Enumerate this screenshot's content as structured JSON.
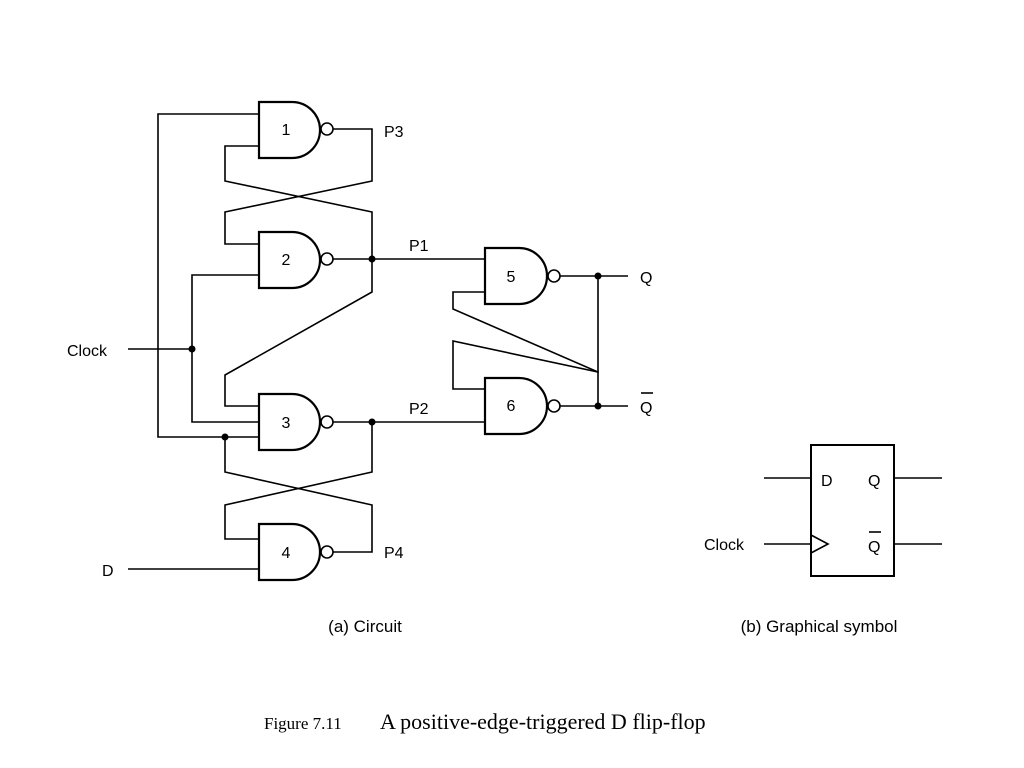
{
  "circuit": {
    "gates": [
      {
        "number": "1"
      },
      {
        "number": "2"
      },
      {
        "number": "3"
      },
      {
        "number": "4"
      },
      {
        "number": "5"
      },
      {
        "number": "6"
      }
    ],
    "signals": {
      "p1": "P1",
      "p2": "P2",
      "p3": "P3",
      "p4": "P4",
      "clock": "Clock",
      "d": "D",
      "q": "Q",
      "q_bar": "Q"
    },
    "caption": "(a) Circuit"
  },
  "symbol": {
    "d": "D",
    "q": "Q",
    "q_bar": "Q",
    "clock": "Clock",
    "caption": "(b) Graphical symbol"
  },
  "figure": {
    "number": "Figure 7.11",
    "title": "A positive-edge-triggered D flip-flop"
  }
}
